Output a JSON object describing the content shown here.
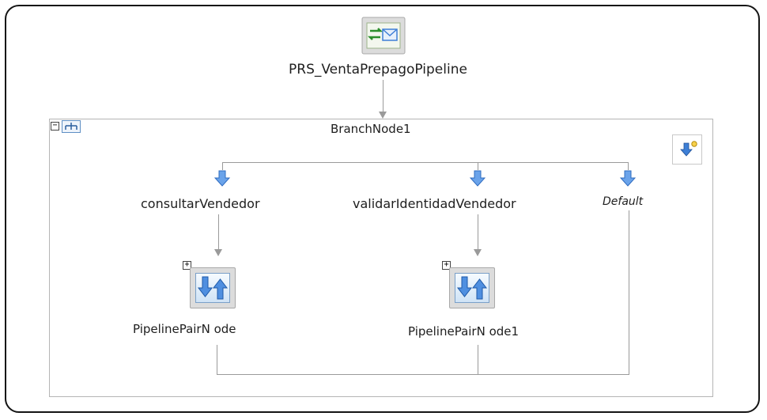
{
  "pipeline": {
    "name": "PRS_VentaPrepagoPipeline",
    "icon": "proxy-service-icon"
  },
  "branch_node": {
    "name": "BranchNode1",
    "collapse_symbol": "−",
    "icon": "branch-node-icon"
  },
  "branches": [
    {
      "label": "consultarVendedor",
      "icon": "branch-arrow-icon"
    },
    {
      "label": "validarIdentidadVendedor",
      "icon": "branch-arrow-icon"
    },
    {
      "label": "Default",
      "icon": "branch-arrow-icon",
      "italic": true
    }
  ],
  "pipeline_pairs": [
    {
      "label": "PipelinePairN ode",
      "expand_symbol": "+",
      "icon": "pipeline-pair-icon"
    },
    {
      "label": "PipelinePairN ode1",
      "expand_symbol": "+",
      "icon": "pipeline-pair-icon"
    }
  ],
  "add_branch_icon": "add-branch-icon",
  "colors": {
    "frame": "#141414",
    "connector": "#9a9a9a",
    "arrow_blue": "#3e7fd6",
    "box_border": "#b5b5b5"
  }
}
